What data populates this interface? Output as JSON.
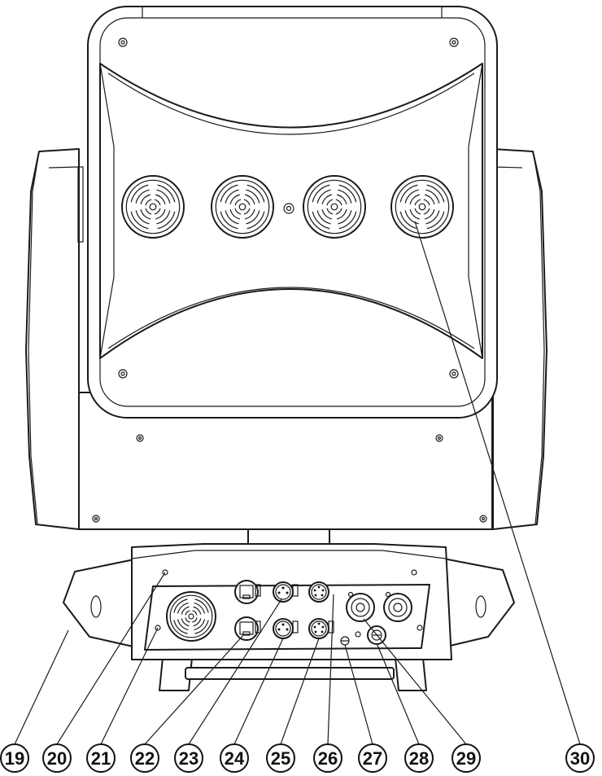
{
  "callouts": [
    {
      "number": "19"
    },
    {
      "number": "20"
    },
    {
      "number": "21"
    },
    {
      "number": "22"
    },
    {
      "number": "23"
    },
    {
      "number": "24"
    },
    {
      "number": "25"
    },
    {
      "number": "26"
    },
    {
      "number": "27"
    },
    {
      "number": "28"
    },
    {
      "number": "29"
    },
    {
      "number": "30"
    }
  ],
  "colors": {
    "line": "#1a1a1a",
    "background": "#ffffff"
  }
}
